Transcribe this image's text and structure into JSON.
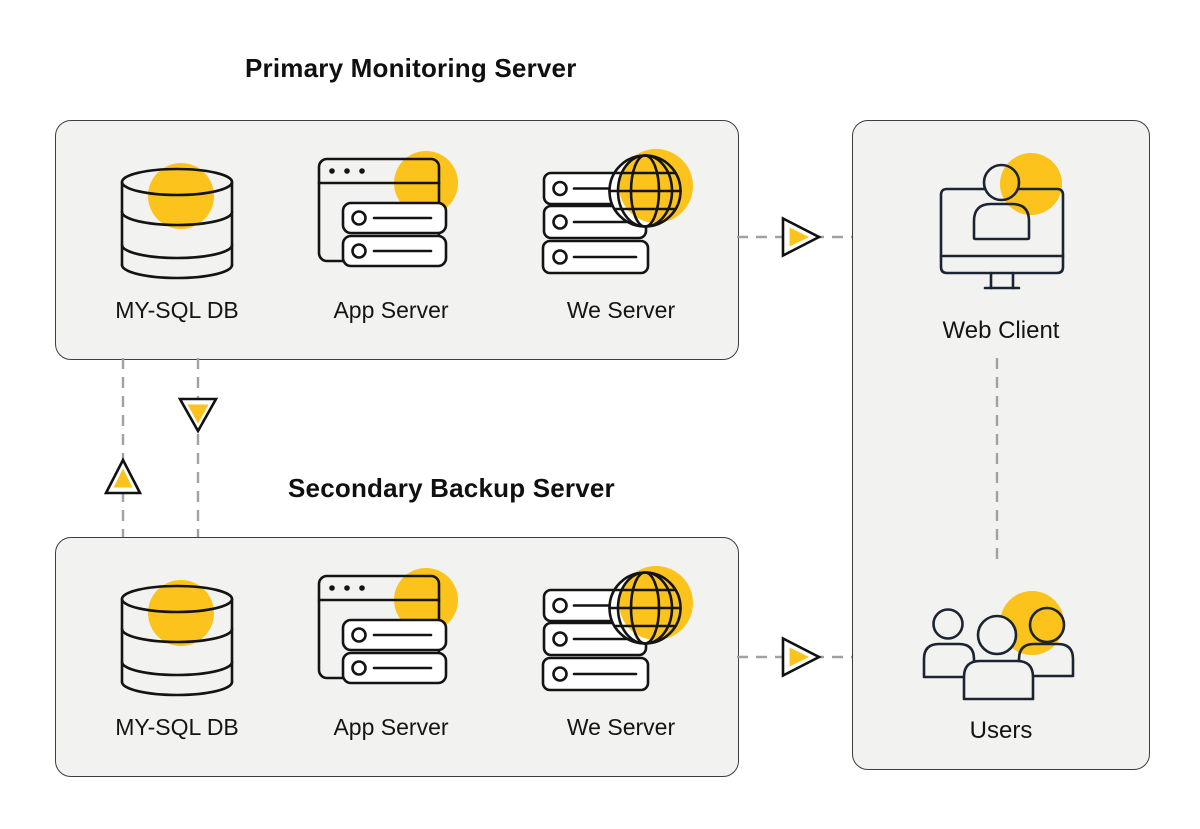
{
  "colors": {
    "accent_yellow": "#FBC31B",
    "panel_bg": "#F2F2F0",
    "panel_border": "#3E3E3E",
    "connector_gray": "#A1A1A1",
    "icon_stroke": "#141414",
    "icon_stroke_alt": "#1B2431",
    "arrow_outline": "#111111",
    "label_text": "#141414",
    "title_text": "#101010"
  },
  "titles": {
    "primary": "Primary Monitoring Server",
    "secondary": "Secondary Backup Server"
  },
  "primary_box": {
    "items": [
      {
        "label": "MY-SQL DB",
        "icon": "database-icon"
      },
      {
        "label": "App Server",
        "icon": "app-server-icon"
      },
      {
        "label": "We Server",
        "icon": "web-server-icon"
      }
    ]
  },
  "secondary_box": {
    "items": [
      {
        "label": "MY-SQL DB",
        "icon": "database-icon"
      },
      {
        "label": "App Server",
        "icon": "app-server-icon"
      },
      {
        "label": "We Server",
        "icon": "web-server-icon"
      }
    ]
  },
  "client_panel": {
    "items": [
      {
        "label": "Web Client",
        "icon": "web-client-icon"
      },
      {
        "label": "Users",
        "icon": "users-icon"
      }
    ]
  }
}
